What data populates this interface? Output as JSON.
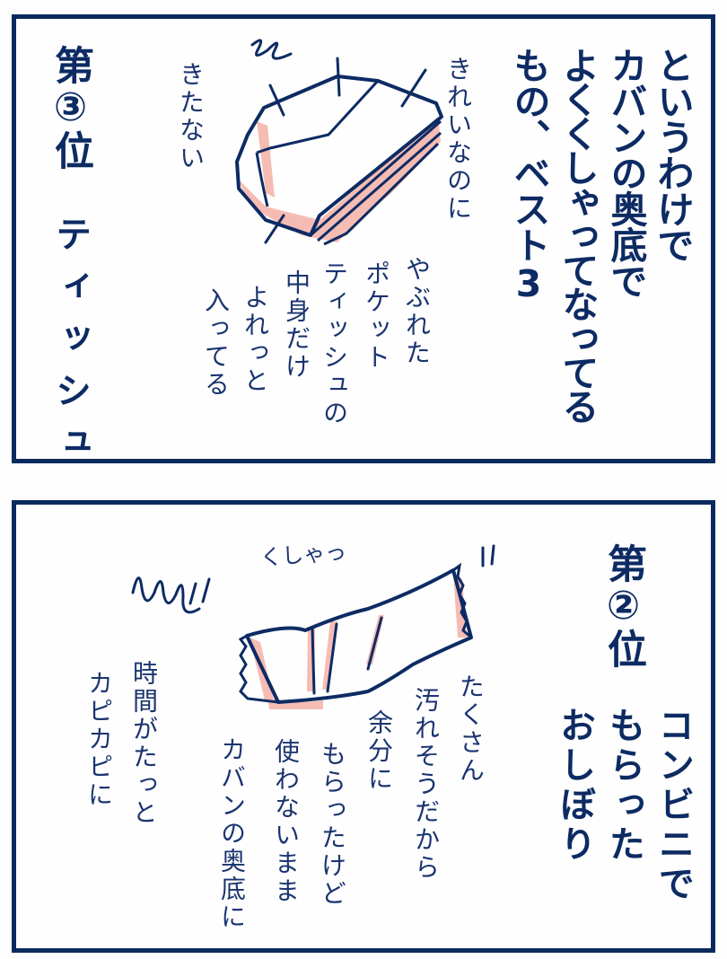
{
  "colors": {
    "ink": "#0d2b63",
    "border": "#0a2a5e",
    "accent_pink": "#f5bcb4",
    "background": "#fefefe"
  },
  "panel1": {
    "title_lines": [
      "というわけで",
      "カバンの奥底で",
      "よくくしゃってなってる",
      "もの、ベスト3"
    ],
    "rank_label": "第③位",
    "item_name": "ティッシュ",
    "illustration": "crumpled-pocket-tissue",
    "notes": [
      "きれいなのに",
      "きたない",
      "やぶれた",
      "ポケット",
      "ティッシュの",
      "中身だけ",
      "よれっと",
      "入ってる"
    ]
  },
  "panel2": {
    "rank_label": "第②位",
    "item_name_lines": [
      "コンビニで",
      "もらった",
      "おしぼり"
    ],
    "illustration": "crumpled-wet-towel-pack",
    "sfx": "くしゃっ",
    "notes": [
      "たくさん",
      "汚れそうだから",
      "余分に",
      "もらったけど",
      "使わないまま",
      "カバンの奥底に",
      "時間がたっと",
      "カピカピに"
    ]
  }
}
